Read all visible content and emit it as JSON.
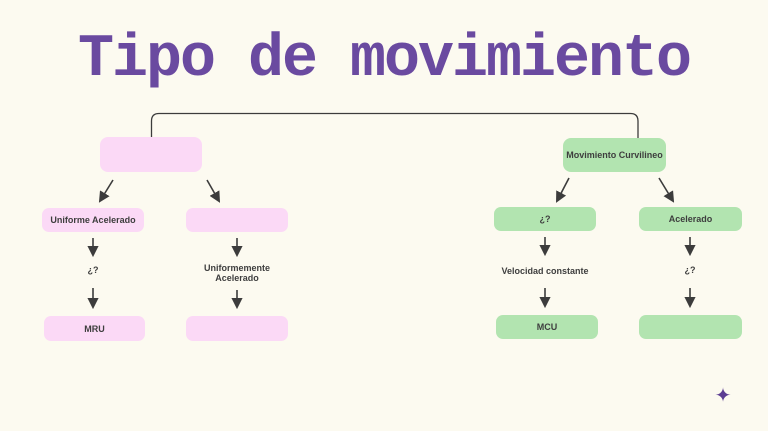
{
  "title": "Tipo de movimiento",
  "colors": {
    "background": "#fcfaf0",
    "title_text": "#6a4aa0",
    "pink_node": "#fbd9f6",
    "green_node": "#b2e4b0",
    "node_text": "#3e3e3e",
    "connector_line": "#3c3c3c",
    "sparkle": "#5c3d92"
  },
  "diagram": {
    "left_branch": {
      "root": {
        "label": ""
      },
      "columns": [
        {
          "type_box": "Uniforme Acelerado",
          "condition": "¿?",
          "result": "MRU"
        },
        {
          "type_box": "",
          "condition": "Uniformemente Acelerado",
          "result": ""
        }
      ]
    },
    "right_branch": {
      "root": {
        "label": "Movimiento Curvilineo"
      },
      "columns": [
        {
          "type_box": "¿?",
          "condition": "Velocidad constante",
          "result": "MCU"
        },
        {
          "type_box": "Acelerado",
          "condition": "¿?",
          "result": ""
        }
      ]
    }
  },
  "footer": {
    "sparkle_icon": "✦"
  }
}
